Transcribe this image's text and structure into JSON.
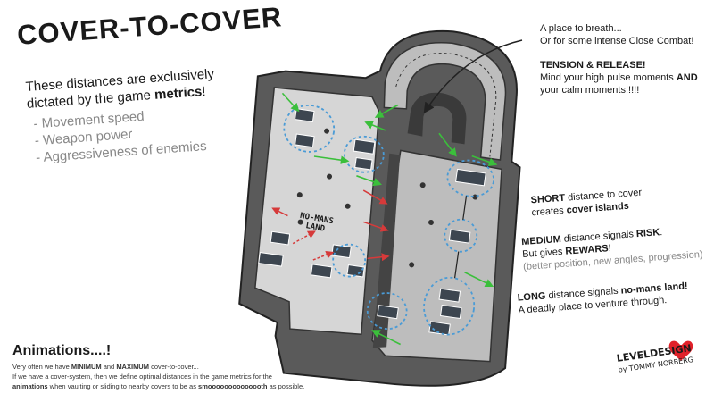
{
  "title": "COVER-TO-COVER",
  "metrics_note": {
    "line1": "These distances are exclusively",
    "line2_prefix": "dictated by the game ",
    "line2_bold": "metrics",
    "line2_suffix": "!",
    "items": [
      "Movement speed",
      "Weapon power",
      "Aggressiveness of enemies"
    ]
  },
  "breath_note": {
    "line1": "A place to breath...",
    "line2": "Or for some intense Close Combat!",
    "heading": "TENSION & RELEASE!",
    "line3_prefix": "Mind your high pulse moments ",
    "line3_bold": "AND",
    "line4": "your calm moments!!!!!"
  },
  "map_label": {
    "line1": "NO-MANS",
    "line2": "LAND"
  },
  "short_note": {
    "bold": "SHORT",
    "line1_rest": " distance to cover",
    "line2_prefix": "creates ",
    "line2_bold": "cover islands"
  },
  "medium_note": {
    "bold": "MEDIUM",
    "line1_mid": " distance signals ",
    "line1_bold2": "RISK",
    "line1_end": ".",
    "line2_prefix": "But gives ",
    "line2_bold": "REWARS",
    "line2_end": "!",
    "line3": "(better position, new angles, progression)"
  },
  "long_note": {
    "bold": "LONG",
    "line1_mid": " distance signals ",
    "line1_bold2": "no-mans land!",
    "line2": "A deadly place to venture through."
  },
  "animations": {
    "title": "Animations....!",
    "l1_a": "Very often we have ",
    "l1_b": "MINIMUM",
    "l1_c": " and ",
    "l1_d": "MAXIMUM",
    "l1_e": " cover-to-cover...",
    "l2": "If we have a cover-system, then we define optimal distances in the game metrics for the",
    "l3_a": "animations",
    "l3_b": " when vaulting or sliding to nearby covers to be as ",
    "l3_c": "smoooooooooooooth",
    "l3_d": " as possible."
  },
  "logo": {
    "line1": "LEVELDESIGN",
    "line2": "by TOMMY NORBERG"
  },
  "colors": {
    "floor": "#c9c9c9",
    "wall": "#555555",
    "green": "#3bbf3b",
    "red": "#d63a3a",
    "blue": "#4a9bd6",
    "heart": "#e0212a"
  }
}
